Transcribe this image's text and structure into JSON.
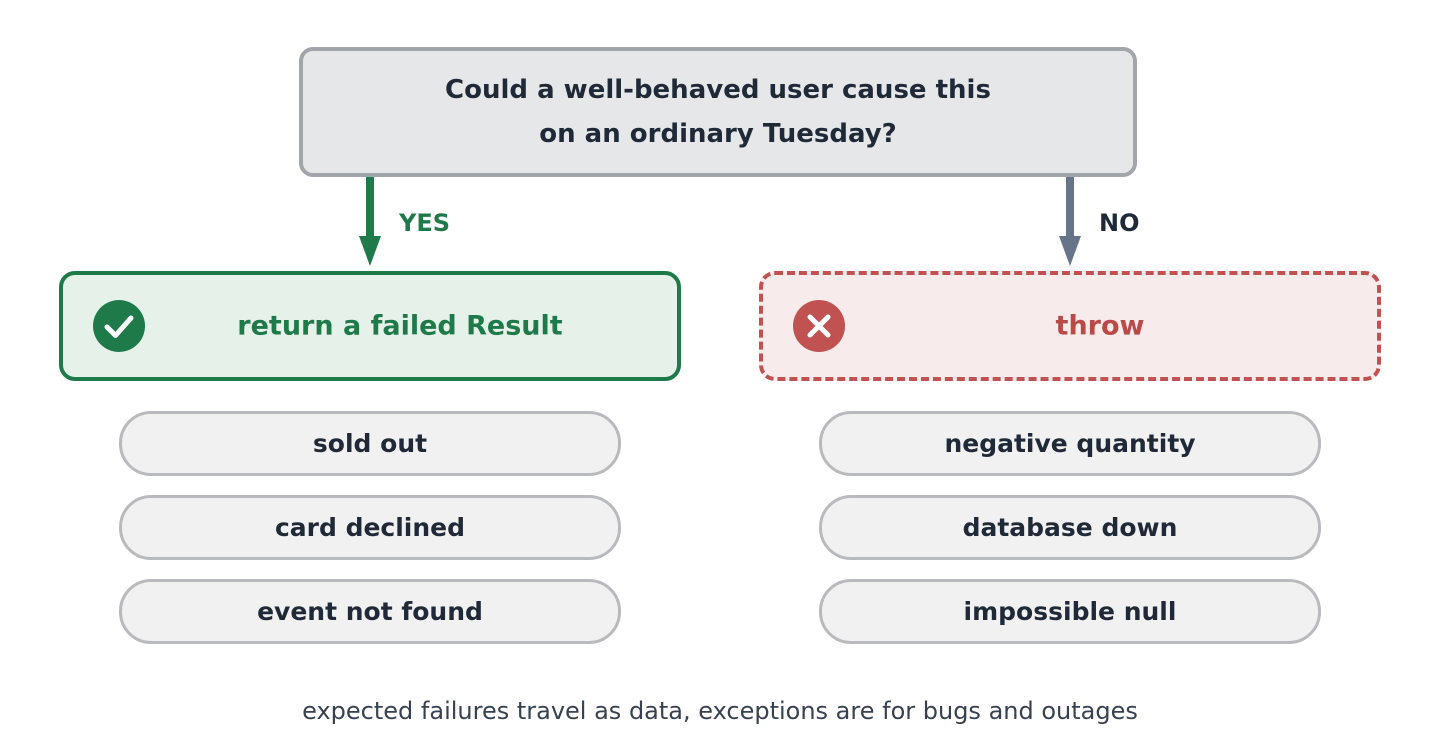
{
  "question": {
    "line1": "Could a well-behaved user cause this",
    "line2": "on an ordinary Tuesday?"
  },
  "branches": {
    "yes": {
      "label": "YES",
      "outcome": "return a failed Result",
      "icon": "check-circle-icon",
      "color": "#1f7a4a",
      "examples": [
        "sold out",
        "card declined",
        "event not found"
      ]
    },
    "no": {
      "label": "NO",
      "outcome": "throw",
      "icon": "x-circle-icon",
      "color": "#c05252",
      "examples": [
        "negative quantity",
        "database down",
        "impossible null"
      ]
    }
  },
  "caption": "expected failures travel as data, exceptions are for bugs and outages"
}
